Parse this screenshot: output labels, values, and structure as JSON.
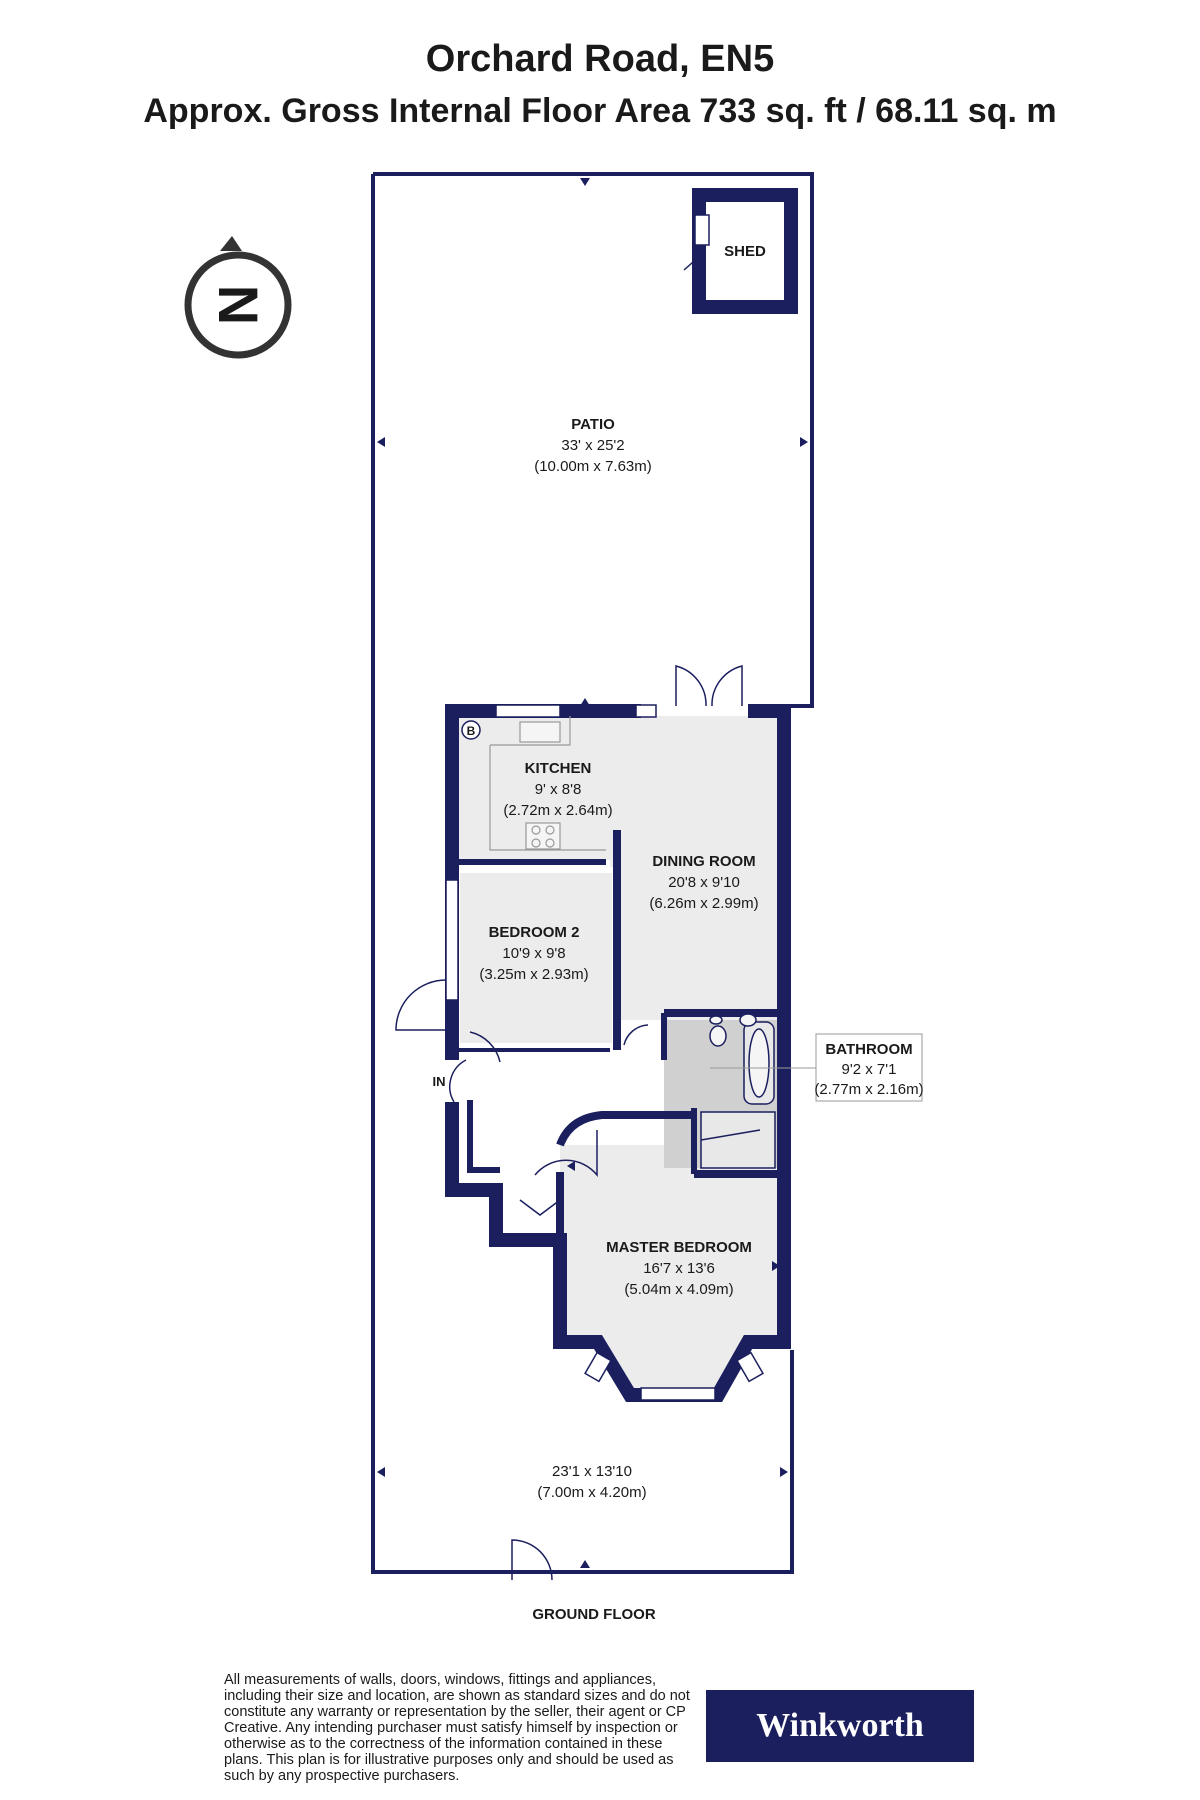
{
  "header": {
    "title": "Orchard Road, EN5",
    "subtitle": "Approx. Gross Internal Floor Area 733 sq. ft / 68.11 sq. m"
  },
  "colors": {
    "wall": "#1b1f5e",
    "room_fill": "#ececec",
    "bathroom_fill": "#d0d0d0",
    "outline": "#1b1f5e"
  },
  "rooms": {
    "shed": {
      "name": "SHED"
    },
    "patio": {
      "name": "PATIO",
      "imperial": "33' x 25'2",
      "metric": "(10.00m x 7.63m)"
    },
    "kitchen": {
      "name": "KITCHEN",
      "imperial": "9' x 8'8",
      "metric": "(2.72m x 2.64m)"
    },
    "dining": {
      "name": "DINING ROOM",
      "imperial": "20'8 x 9'10",
      "metric": "(6.26m x 2.99m)"
    },
    "bedroom2": {
      "name": "BEDROOM 2",
      "imperial": "10'9 x 9'8",
      "metric": "(3.25m x 2.93m)"
    },
    "bathroom": {
      "name": "BATHROOM",
      "imperial": "9'2 x 7'1",
      "metric": "(2.77m x 2.16m)"
    },
    "master": {
      "name": "MASTER BEDROOM",
      "imperial": "16'7 x 13'6",
      "metric": "(5.04m x 4.09m)"
    },
    "front": {
      "imperial": "23'1 x 13'10",
      "metric": "(7.00m x 4.20m)"
    }
  },
  "markers": {
    "boiler": "B",
    "entrance": "IN",
    "compass": "N"
  },
  "floor_label": "GROUND FLOOR",
  "footer": {
    "disclaimer": "All measurements of walls, doors, windows, fittings and appliances, including their size and location, are shown as standard sizes and do not constitute any warranty or representation by the seller, their agent or CP Creative. Any intending purchaser must satisfy himself by inspection or otherwise as to the correctness of the information contained in these plans. This plan is for illustrative purposes only and should be used as such by any prospective purchasers.",
    "logo_text": "Winkworth"
  }
}
